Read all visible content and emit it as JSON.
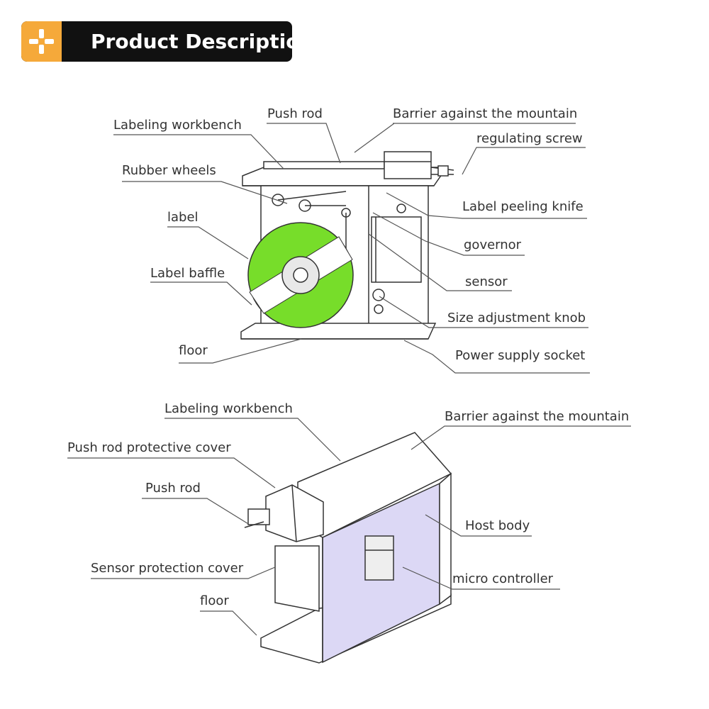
{
  "header": {
    "title": "Product Description",
    "icon": "plus-icon",
    "accent_color": "#f5a93a"
  },
  "diagram_top": {
    "labels": {
      "labeling_workbench": "Labeling workbench",
      "push_rod": "Push rod",
      "barrier": "Barrier against the mountain",
      "regulating_screw": "regulating screw",
      "rubber_wheels": "Rubber wheels",
      "label_peeling_knife": "Label peeling knife",
      "label": "label",
      "governor": "governor",
      "sensor": "sensor",
      "label_baffle": "Label baffle",
      "size_adjustment_knob": "Size adjustment knob",
      "floor": "floor",
      "power_supply_socket": "Power supply socket"
    },
    "label_roll_color": "#77dd2a"
  },
  "diagram_bottom": {
    "labels": {
      "labeling_workbench": "Labeling workbench",
      "barrier": "Barrier against the mountain",
      "push_rod_cover": "Push rod protective cover",
      "push_rod": "Push rod",
      "host_body": "Host body",
      "sensor_cover": "Sensor protection cover",
      "micro_controller": "micro controller",
      "floor": "floor"
    },
    "host_body_color": "#dcd8f5"
  }
}
